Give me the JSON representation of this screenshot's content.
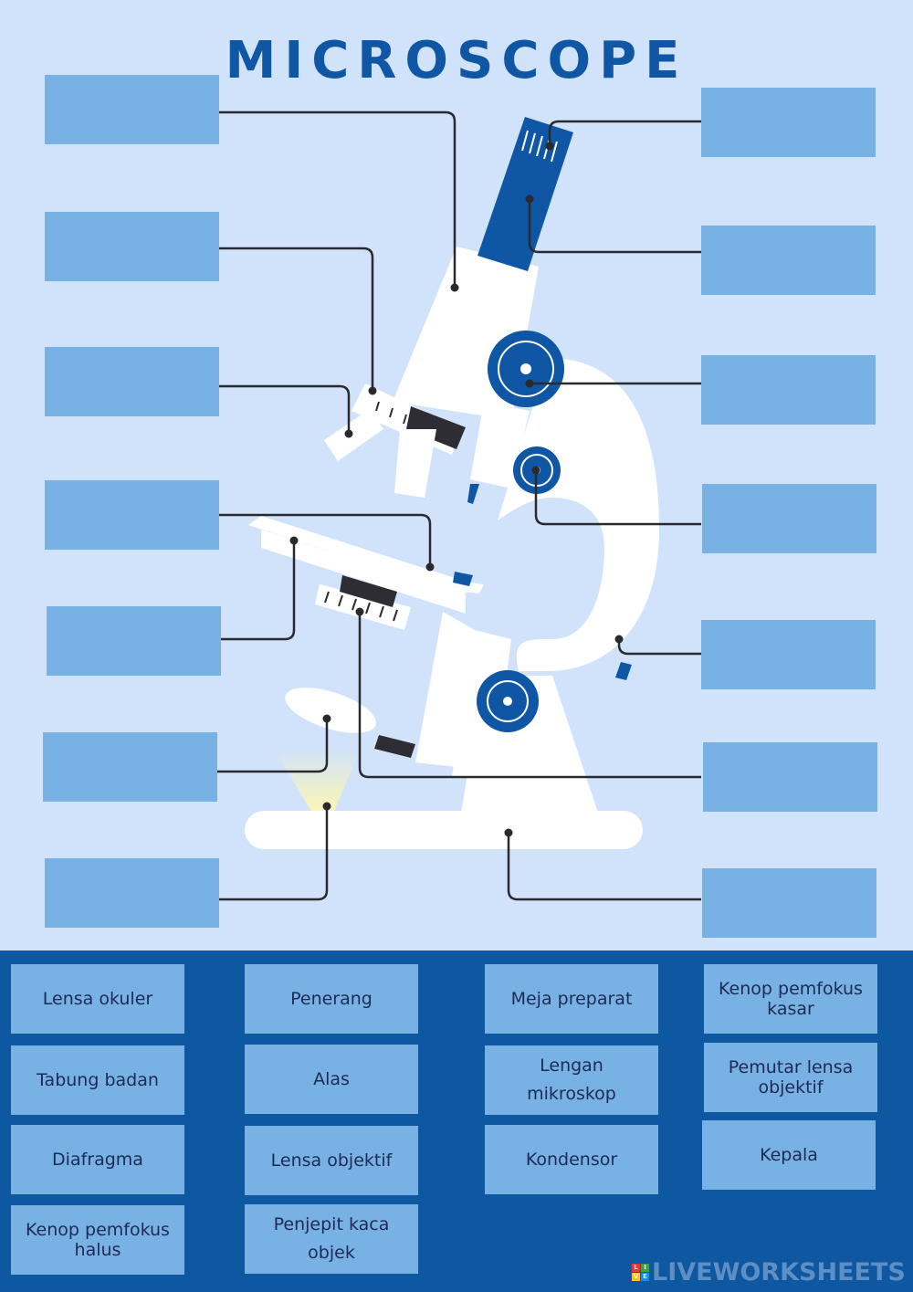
{
  "title": "MICROSCOPE",
  "options": [
    "Lensa okuler",
    "Penerang",
    "Meja preparat",
    "Kenop pemfokus kasar",
    "Tabung badan",
    "Alas",
    "Lengan mikroskop",
    "Pemutar lensa objektif",
    "Diafragma",
    "Lensa objektif",
    "Kondensor",
    "Kepala",
    "Kenop pemfokus halus",
    "Penjepit kaca objek"
  ],
  "brand": {
    "logo_letters": [
      "L",
      "I",
      "V",
      "E"
    ],
    "logo_colors": [
      "#e53935",
      "#43a047",
      "#fbc02d",
      "#1e88e5"
    ],
    "text": "LIVEWORKSHEETS"
  },
  "colors": {
    "background": "#d1e3fb",
    "accent": "#0f57a4",
    "box": "#78b1e4",
    "bank": "#0e57a1",
    "leader_line": "#2a2a2e"
  }
}
